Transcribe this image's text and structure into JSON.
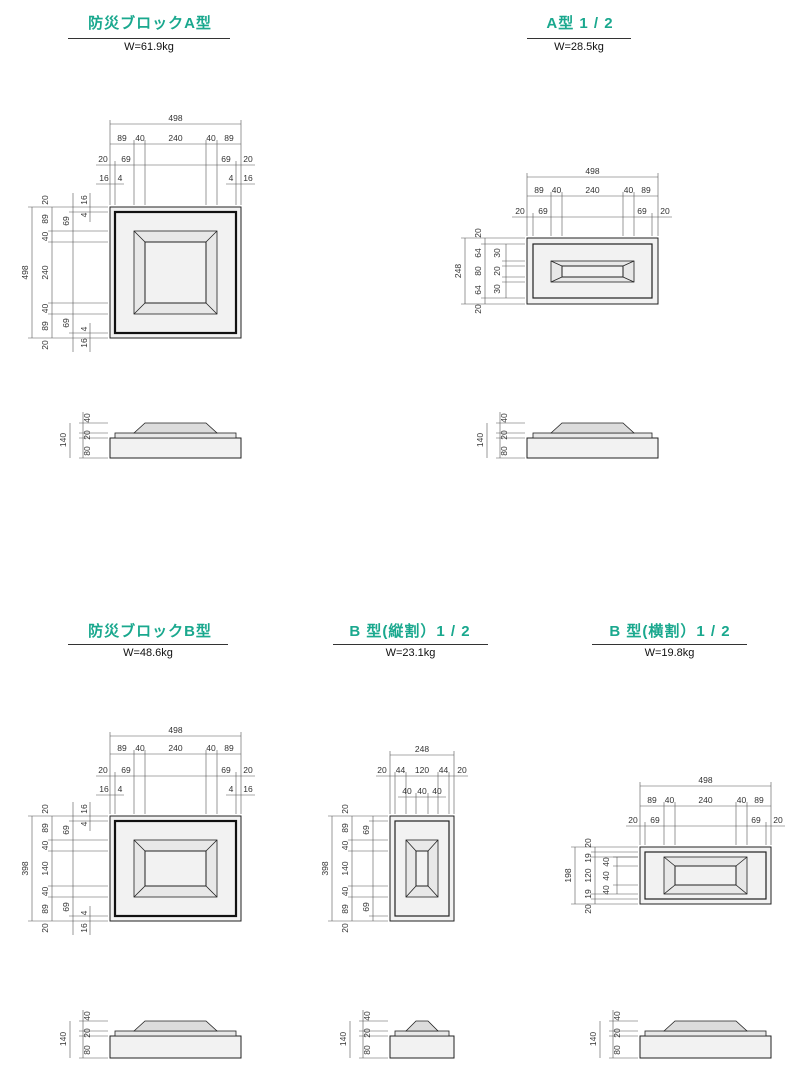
{
  "blocks": [
    {
      "title": "防災ブロックA型",
      "weight": "W=61.9kg"
    },
    {
      "title": "A型  1 / 2",
      "weight": "W=28.5kg"
    },
    {
      "title": "防災ブロックB型",
      "weight": "W=48.6kg"
    },
    {
      "title": "B 型(縦割）1 / 2",
      "weight": "W=23.1kg"
    },
    {
      "title": "B 型(横割）1 / 2",
      "weight": "W=19.8kg"
    }
  ],
  "dims": {
    "d498": "498",
    "d248": "248",
    "d398": "398",
    "d198": "198",
    "d89": "89",
    "d40": "40",
    "d240": "240",
    "d20": "20",
    "d69": "69",
    "d16": "16",
    "d4": "4",
    "d64": "64",
    "d30": "30",
    "d44": "44",
    "d120": "120",
    "d19": "19",
    "d140": "140",
    "d80": "80"
  }
}
